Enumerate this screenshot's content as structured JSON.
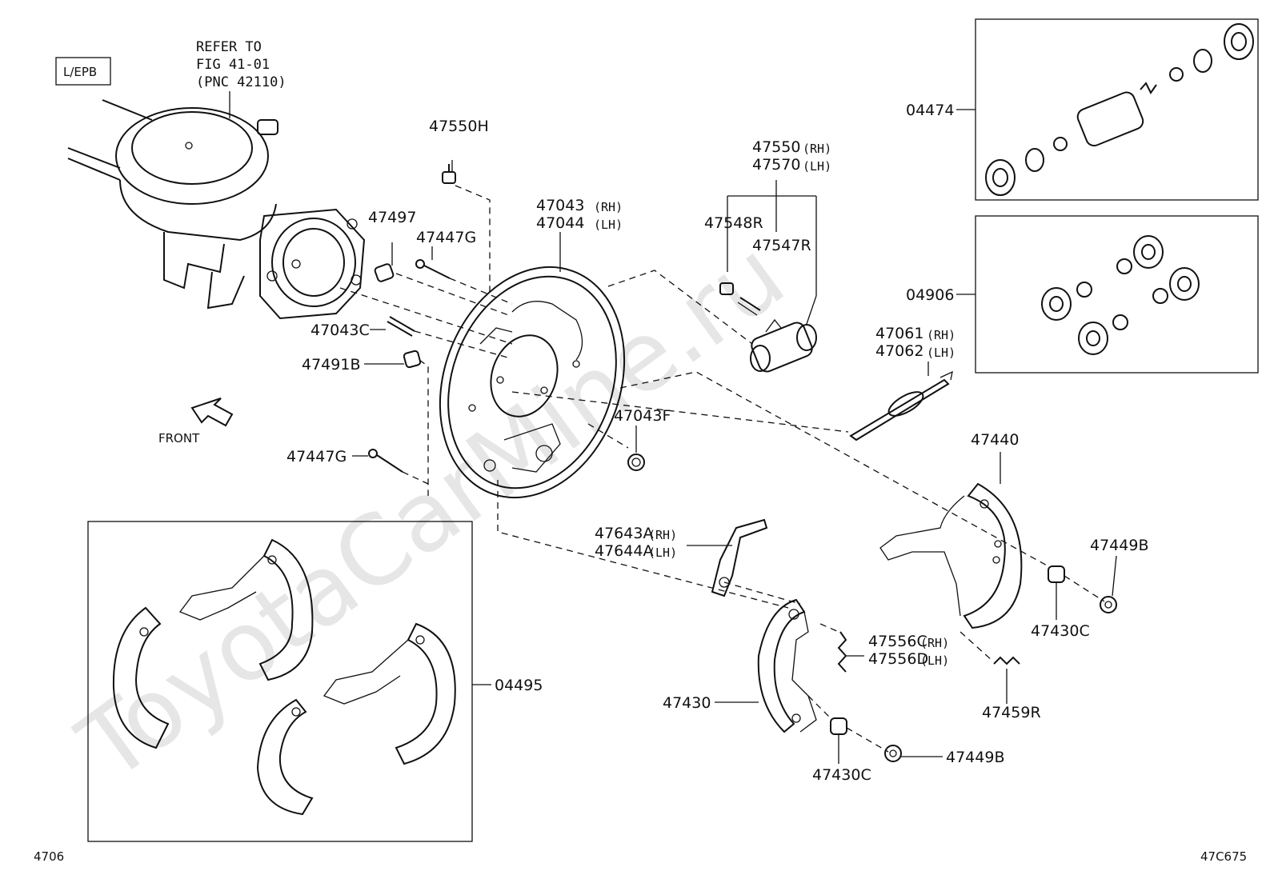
{
  "watermark": "ToyotaCarMine.ru",
  "badge": "L/EPB",
  "refer": {
    "line1": "REFER TO",
    "line2": "FIG 41-01",
    "line3": "(PNC 42110)"
  },
  "front": "FRONT",
  "corners": {
    "left": "4706",
    "right": "47C675"
  },
  "labels": {
    "p47550H": "47550H",
    "p47043": "47043",
    "p47043_side": "(RH)",
    "p47044": "47044",
    "p47044_side": "(LH)",
    "p47497": "47497",
    "p47447G_top": "47447G",
    "p47043C": "47043C",
    "p47491B": "47491B",
    "p47447G_bottom": "47447G",
    "p47043F": "47043F",
    "p47550": "47550",
    "p47550_side": "(RH)",
    "p47570": "47570",
    "p47570_side": "(LH)",
    "p47548R": "47548R",
    "p47547R": "47547R",
    "p04474": "04474",
    "p04906": "04906",
    "p47061": "47061",
    "p47061_side": "(RH)",
    "p47062": "47062",
    "p47062_side": "(LH)",
    "p47440": "47440",
    "p47643A": "47643A",
    "p47643A_side": "(RH)",
    "p47644A": "47644A",
    "p47644A_side": "(LH)",
    "p47449B_right": "47449B",
    "p47430C_right": "47430C",
    "p47556C": "47556C",
    "p47556C_side": "(RH)",
    "p47556D": "47556D",
    "p47556D_side": "(LH)",
    "p47430": "47430",
    "p47459R": "47459R",
    "p47449B_bottom": "47449B",
    "p47430C_bottom": "47430C",
    "p04495": "04495"
  }
}
